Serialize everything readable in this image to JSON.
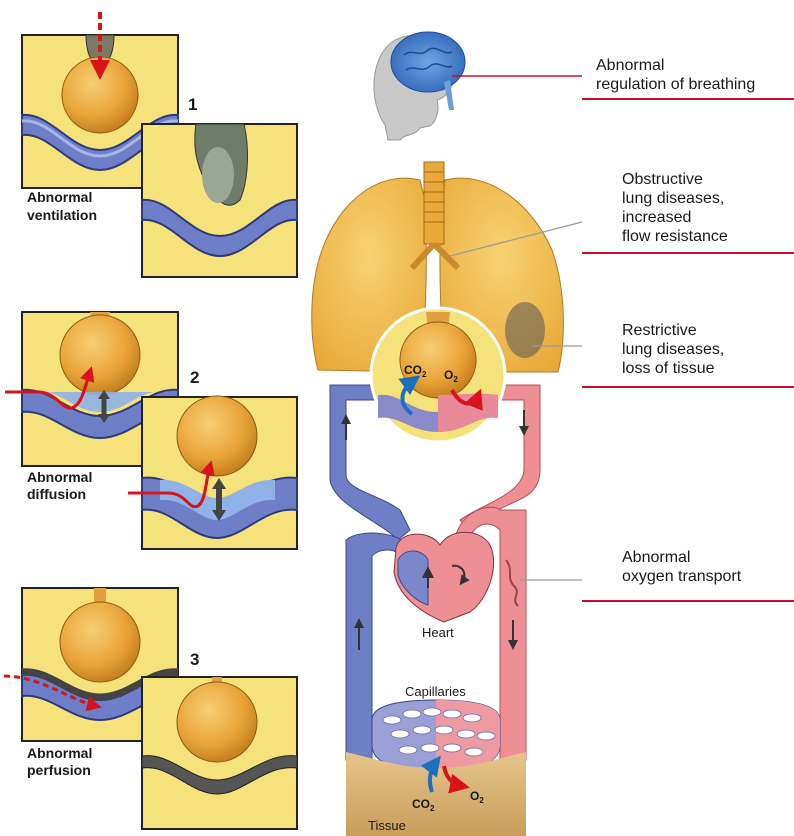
{
  "panels": [
    {
      "number": "1",
      "label_line1": "Abnormal",
      "label_line2": "ventilation"
    },
    {
      "number": "2",
      "label_line1": "Abnormal",
      "label_line2": "diffusion"
    },
    {
      "number": "3",
      "label_line1": "Abnormal",
      "label_line2": "perfusion"
    }
  ],
  "callouts": [
    {
      "lines": [
        "Abnormal",
        "regulation of breathing"
      ]
    },
    {
      "lines": [
        "Obstructive",
        "lung diseases,",
        "increased",
        "flow resistance"
      ]
    },
    {
      "lines": [
        "Restrictive",
        "lung diseases,",
        "loss of tissue"
      ]
    },
    {
      "lines": [
        "Abnormal",
        "oxygen transport"
      ]
    }
  ],
  "labels": {
    "heart": "Heart",
    "capillaries": "Capillaries",
    "tissue": "Tissue",
    "co2_base": "CO",
    "co2_sub": "2",
    "o2_base": "O",
    "o2_sub": "2"
  },
  "colors": {
    "alveolus_bg": "#f6e27a",
    "alveolus": "#e7a93a",
    "venous": "#6f7fc6",
    "arterial": "#ee8f96",
    "lung": "#f3c45a",
    "tissue": "#dcb77a",
    "accent_red": "#d8131b",
    "accent_blue": "#1f6fc1"
  }
}
